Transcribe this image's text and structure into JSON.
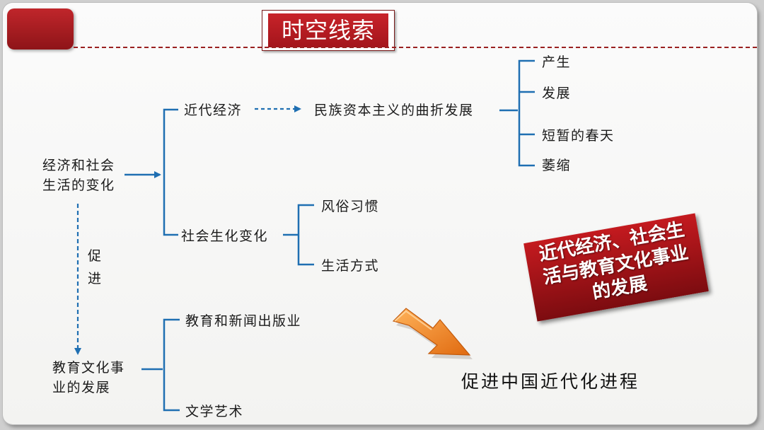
{
  "title": "时空线索",
  "root": {
    "line1": "经济和社会",
    "line2": "生活的变化"
  },
  "branches": {
    "modern_economy": "近代经济",
    "national_capitalism": "民族资本主义的曲折发展",
    "stages": [
      "产生",
      "发展",
      "短暂的春天",
      "萎缩"
    ],
    "social_life_change": "社会生化变化",
    "social_items": [
      "风俗习惯",
      "生活方式"
    ]
  },
  "promote": {
    "char1": "促",
    "char2": "进"
  },
  "education": {
    "line1": "教育文化事",
    "line2": "业的发展",
    "items": [
      "教育和新闻出版业",
      "文学艺术"
    ]
  },
  "banner": {
    "line1": "近代经济、社会生",
    "line2": "活与教育文化事业",
    "line3": "的发展"
  },
  "conclusion": "促进中国近代化进程",
  "colors": {
    "accent_red": "#b81c22",
    "line_blue": "#1f6fb2",
    "arrow_orange": "#f28a24"
  }
}
